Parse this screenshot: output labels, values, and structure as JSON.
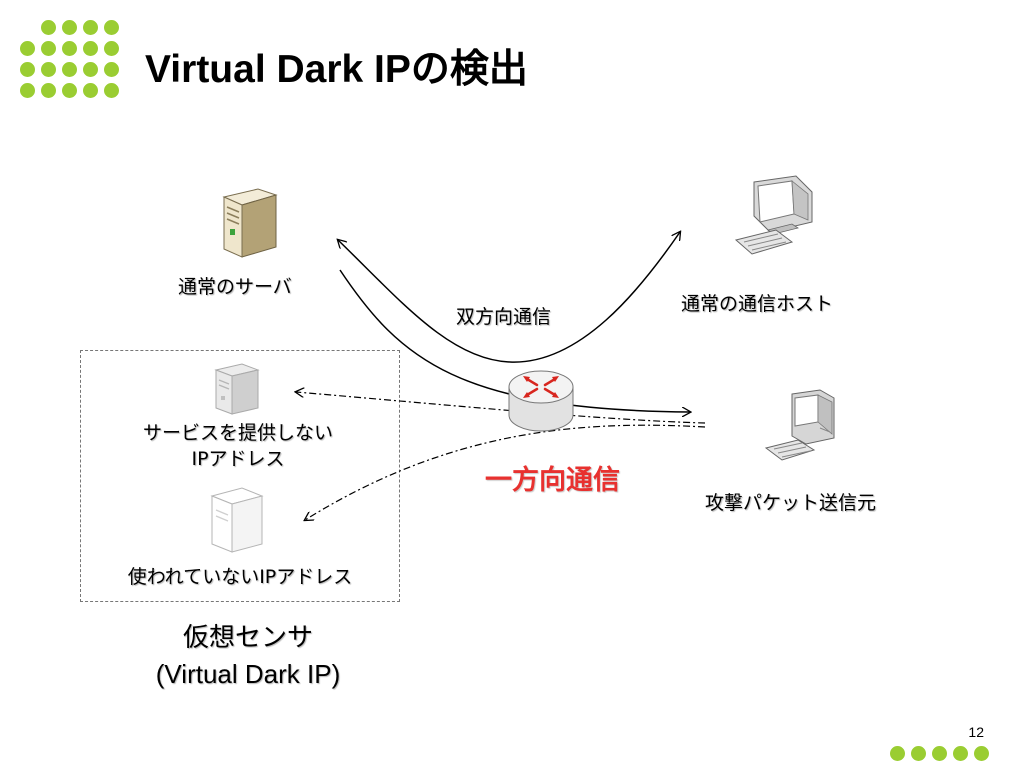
{
  "title": "Virtual Dark IPの検出",
  "accent_color": "#9acd32",
  "oneway_color": "#e8312f",
  "labels": {
    "normal_server": "通常のサーバ",
    "normal_host": "通常の通信ホスト",
    "bidirectional": "双方向通信",
    "oneway": "一方向通信",
    "attacker": "攻撃パケット送信元",
    "unused_service_line1": "サービスを提供しない",
    "unused_service_line2": "IPアドレス",
    "unused_ip": "使われていないIPアドレス",
    "sensor_line1": "仮想センサ",
    "sensor_line2": "(Virtual Dark IP)"
  },
  "icons": {
    "server": "server-icon",
    "ghost_server_small": "ghost-server-icon",
    "ghost_server_large": "ghost-server-icon",
    "desktop": "desktop-computer-icon",
    "attacker_pc": "attacker-computer-icon",
    "router": "router-icon"
  },
  "page_number": "12"
}
